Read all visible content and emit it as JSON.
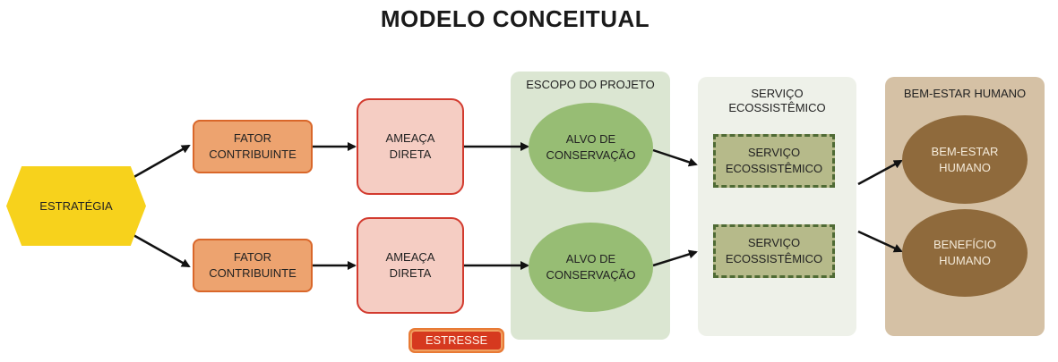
{
  "title": "MODELO CONCEITUAL",
  "panels": {
    "project_scope": "ESCOPO DO PROJETO",
    "ecosystem_service": "SERVIÇO\nECOSSISTÊMICO",
    "human_wellbeing": "BEM-ESTAR HUMANO"
  },
  "nodes": {
    "strategy": "ESTRATÉGIA",
    "contributing_factor_top": "FATOR\nCONTRIBUINTE",
    "contributing_factor_bottom": "FATOR\nCONTRIBUINTE",
    "direct_threat_top": "AMEAÇA\nDIRETA",
    "direct_threat_bottom": "AMEAÇA\nDIRETA",
    "conservation_target_top": "ALVO DE\nCONSERVAÇÃO",
    "conservation_target_bottom": "ALVO DE\nCONSERVAÇÃO",
    "service_top": "SERVIÇO\nECOSSISTÊMICO",
    "service_bottom": "SERVIÇO\nECOSSISTÊMICO",
    "wellbeing": "BEM-ESTAR\nHUMANO",
    "benefit": "BENEFÍCIO\nHUMANO"
  },
  "stress_label": "ESTRESSE",
  "colors": {
    "strategy": "#f7d21c",
    "contributing_factor": "#eda36f",
    "direct_threat": "#f5cdc3",
    "conservation_target": "#97bd74",
    "service": "#b6ba8a",
    "wellbeing": "#8f6a3c",
    "stress": "#d6391f",
    "scope_panel": "#dbe6d2",
    "service_panel": "#eef1e9",
    "wellbeing_panel": "#d5c1a5"
  }
}
